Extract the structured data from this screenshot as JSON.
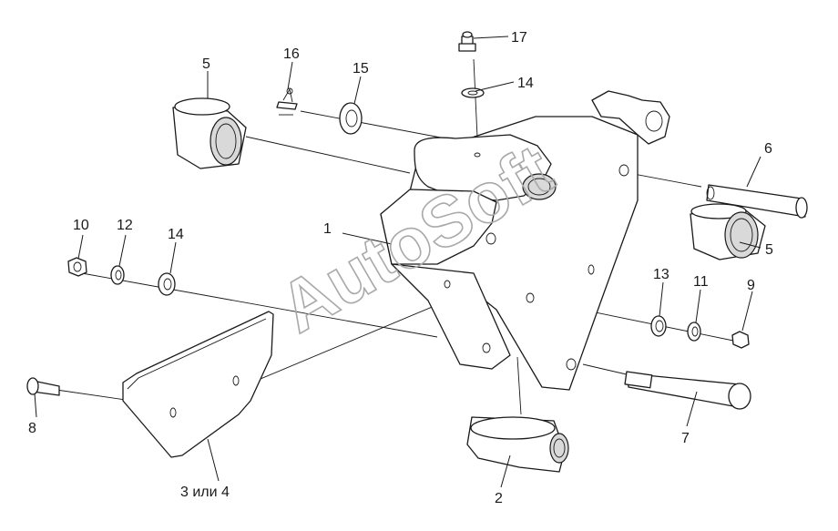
{
  "diagram": {
    "watermark": "AutoSoft",
    "callouts": {
      "c1": "1",
      "c2": "2",
      "c3": "3 или 4",
      "c5a": "5",
      "c5b": "5",
      "c6": "6",
      "c7": "7",
      "c8": "8",
      "c9": "9",
      "c10": "10",
      "c11": "11",
      "c12": "12",
      "c13": "13",
      "c14a": "14",
      "c14b": "14",
      "c15": "15",
      "c16": "16",
      "c17": "17"
    }
  }
}
